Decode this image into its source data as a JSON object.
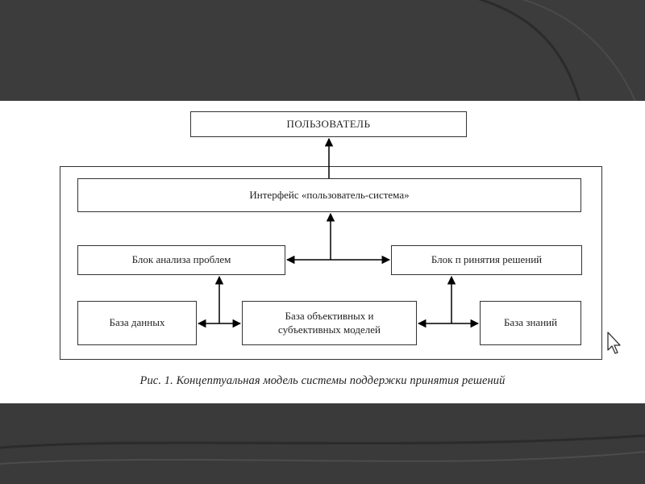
{
  "diagram": {
    "user_box": "ПОЛЬЗОВАТЕЛЬ",
    "interface_box": "Интерфейс «пользователь-система»",
    "analysis_block": "Блок анализа проблем",
    "decision_block": "Блок п ринятия решений",
    "database_box": "База данных",
    "models_base_line1": "База объективных и",
    "models_base_line2": "субъективных моделей",
    "knowledge_base": "База знаний"
  },
  "caption": "Рис. 1. Концептуальная модель системы поддержки принятия решений",
  "colors": {
    "background_dark": "#3a3a3a",
    "slide": "#ffffff",
    "lines": "#000000"
  },
  "icons": [
    "mouse-pointer-icon"
  ]
}
